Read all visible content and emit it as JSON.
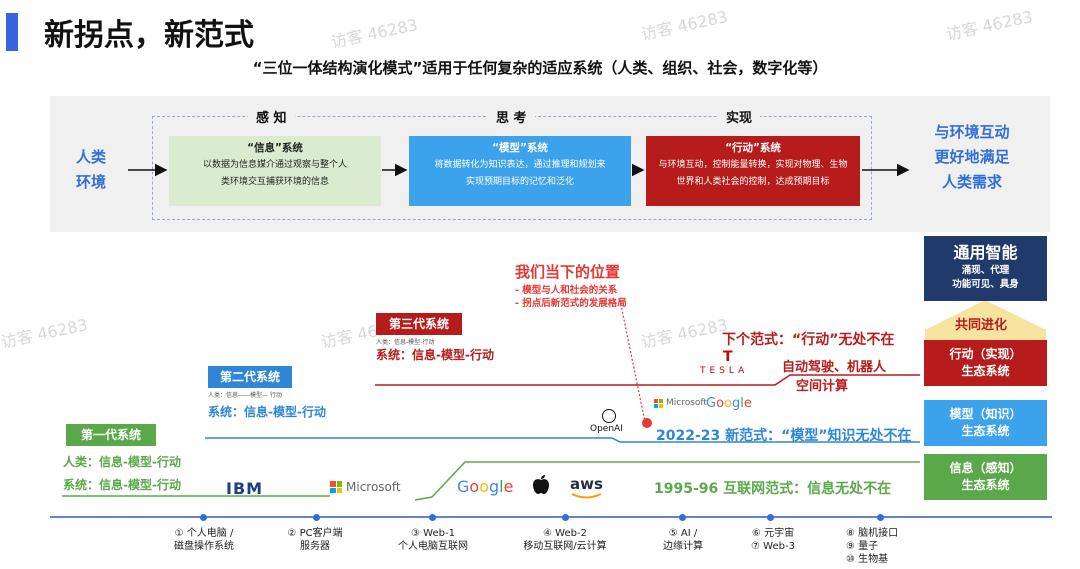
{
  "title": "新拐点，新范式",
  "subtitle": "“三位一体结构演化模式”适用于任何复杂的适应系统（人类、组织、社会，数字化等）",
  "watermark": "访客 46283",
  "top_panel": {
    "stages": [
      "感 知",
      "思 考",
      "实现"
    ],
    "left_label": [
      "人类",
      "环境"
    ],
    "right_label": [
      "与环境互动",
      "更好地满足",
      "人类需求"
    ],
    "boxes": [
      {
        "title": "“信息”系统",
        "lines": [
          "以数据为信息媒介通过观察与整个人",
          "类环境交互捕获环境的信息"
        ],
        "color": "#d9ecd0"
      },
      {
        "title": "“模型”系统",
        "lines": [
          "将数据转化为知识表达，通过推理和规划来",
          "实现预期目标的记忆和泛化"
        ],
        "color": "#3da2ec"
      },
      {
        "title": "“行动”系统",
        "lines": [
          "与环境互动，控制能量转换，实现对物理、生物",
          "世界和人类社会的控制，达成预期目标"
        ],
        "color": "#b71c1c"
      }
    ]
  },
  "generations": [
    {
      "badge": "第一代系统",
      "lines": [
        "人类：信息-模型-行动",
        "系统：信息-模型-行动"
      ],
      "color": "#5ba84a"
    },
    {
      "badge": "第二代系统",
      "tiny": "人类：信息——模型— 行动",
      "line": "系统：信息-模型-行动",
      "color": "#2f86d6"
    },
    {
      "badge": "第三代系统",
      "tiny": "人类：信息-模型-行动",
      "line": "系统：信息-模型-行动",
      "color": "#b71c1c"
    }
  ],
  "current_position": {
    "title": "我们当下的位置",
    "points": [
      "- 模型与人和社会的关系",
      "- 拐点后新范式的发展格局"
    ]
  },
  "paradigms": [
    {
      "text": "下个范式：“行动”无处不在",
      "color": "#b71c1c"
    },
    {
      "text": "自动驾驶、机器人",
      "color": "#b71c1c"
    },
    {
      "text": "空间计算",
      "color": "#b71c1c"
    },
    {
      "text": "2022-23 新范式：“模型”知识无处不在",
      "color": "#2f86d6"
    },
    {
      "text": "1995-96 互联网范式：信息无处不在",
      "color": "#5ba84a"
    }
  ],
  "logos": {
    "ibm": "IBM",
    "microsoft": "Microsoft",
    "google": "Google",
    "aws": "aws",
    "openai": "OpenAI",
    "tesla": "TESLA",
    "google_letters": [
      "G",
      "o",
      "o",
      "g",
      "l",
      "e"
    ]
  },
  "stack": {
    "top_title": "通用智能",
    "top_lines": [
      "涌现、代理",
      "功能可见、具身"
    ],
    "coevolution": "共同进化",
    "layers": [
      {
        "lines": [
          "行动（实现）",
          "生态系统"
        ],
        "color": "#b71c1c"
      },
      {
        "lines": [
          "模型（知识）",
          "生态系统"
        ],
        "color": "#3da2ec"
      },
      {
        "lines": [
          "信息（感知）",
          "生态系统"
        ],
        "color": "#5ba84a"
      }
    ]
  },
  "timeline": [
    [
      "① 个人电脑 /",
      "磁盘操作系统"
    ],
    [
      "② PC客户端",
      "服务器"
    ],
    [
      "③ Web-1",
      "个人电脑互联网"
    ],
    [
      "④ Web-2",
      "移动互联网/云计算"
    ],
    [
      "⑤ AI /",
      "边缘计算"
    ],
    [
      "⑥ 元宇宙",
      "⑦ Web-3"
    ],
    [
      "⑧ 脑机接口",
      "⑨ 量子",
      "⑩ 生物基"
    ]
  ]
}
